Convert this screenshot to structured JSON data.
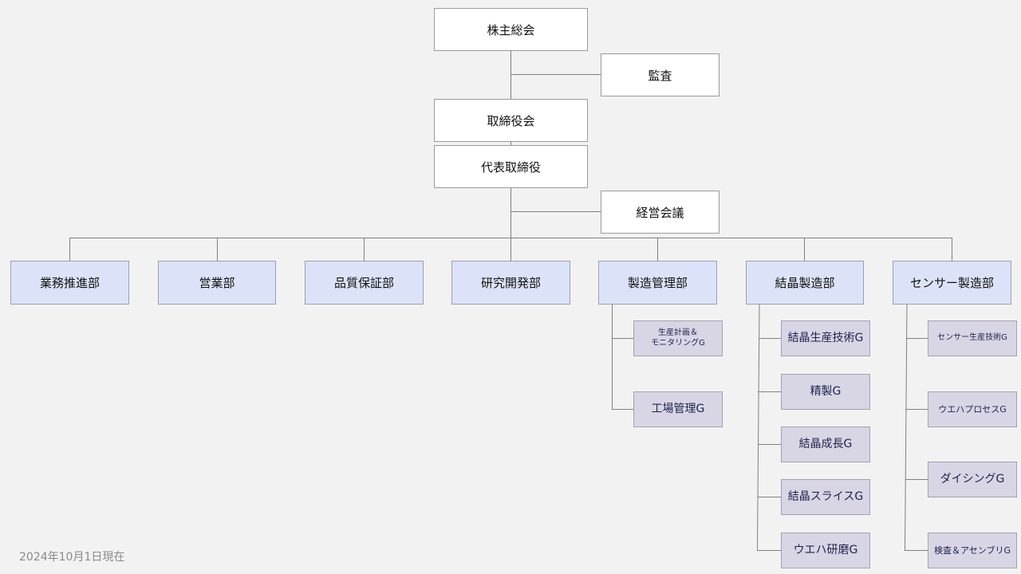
{
  "governance": {
    "shareholders": "株主総会",
    "audit": "監査",
    "board": "取締役会",
    "representative": "代表取締役",
    "management_meeting": "経営会議"
  },
  "departments": [
    "業務推進部",
    "営業部",
    "品質保証部",
    "研究開発部",
    "製造管理部",
    "結晶製造部",
    "センサー製造部"
  ],
  "groups": {
    "manufacturing_management": [
      "生産計画＆\nモニタリングG",
      "工場管理G"
    ],
    "crystal_manufacturing": [
      "結晶生産技術G",
      "精製G",
      "結晶成長G",
      "結晶スライスG",
      "ウエハ研磨G"
    ],
    "sensor_manufacturing": [
      "センサー生産技術G",
      "ウエハプロセスG",
      "ダイシングG",
      "検査＆アセンブリG"
    ]
  },
  "as_of_date": "2024年10月1日現在",
  "colors": {
    "background": "#f2f2f2",
    "department_fill": "#dce3f9",
    "group_fill": "#d8d6e4",
    "line": "#808080"
  }
}
